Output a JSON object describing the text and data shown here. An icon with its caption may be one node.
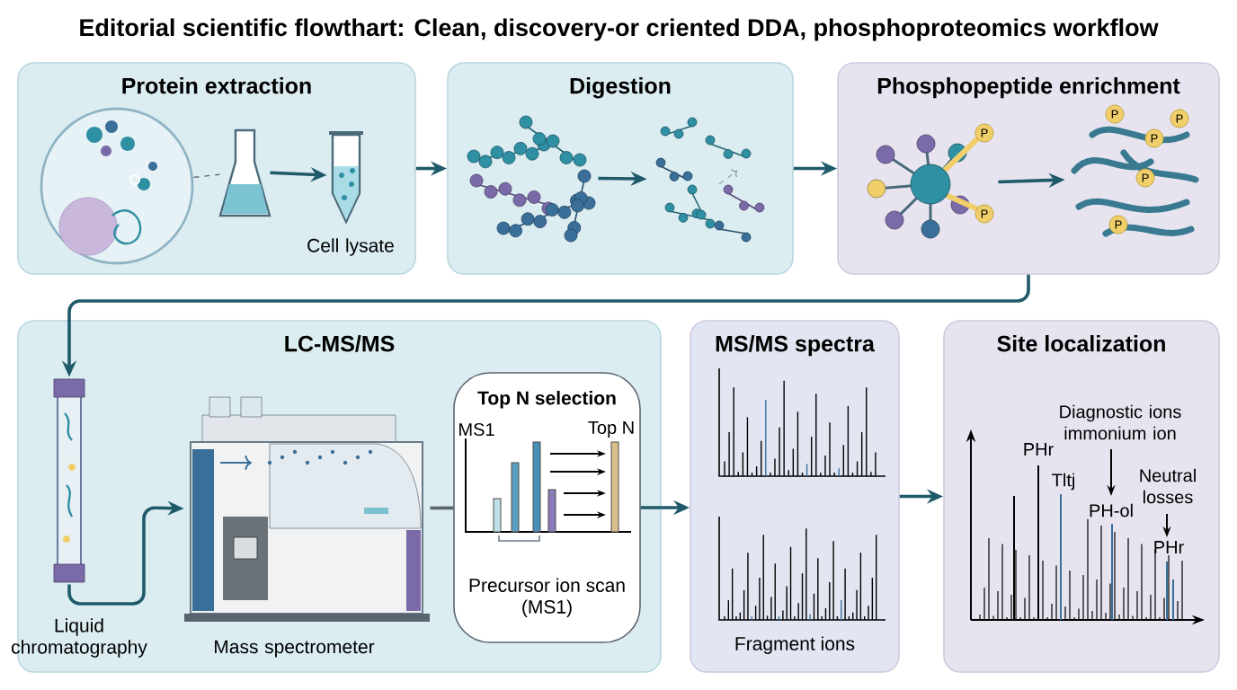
{
  "diagram": {
    "title": "Editorial scientific flowthart: Clean, discovery-or criented DDA, phosphoproteomics  workflow",
    "nodes": [
      {
        "text": [
          "Protein extraction"
        ]
      },
      {
        "text": [],
        "shape": "picture",
        "in": 0
      },
      {
        "text": [],
        "shape": "picture",
        "in": 0
      },
      {
        "text": [],
        "shape": "picture",
        "in": 0,
        "beside": [
          "Cell lysate"
        ]
      },
      {
        "text": [
          "Digestion"
        ]
      },
      {
        "text": [],
        "shape": "picture",
        "in": 4
      },
      {
        "text": [],
        "shape": "picture",
        "in": 4
      },
      {
        "text": [
          "Phosphopeptide enrichment"
        ]
      },
      {
        "text": [],
        "shape": "picture",
        "in": 7
      },
      {
        "text": [],
        "shape": "picture",
        "in": 7
      },
      {
        "text": [
          "LC-MS/MS"
        ]
      },
      {
        "text": [],
        "shape": "picture",
        "in": 10,
        "beside": [
          "Liquid chromatography"
        ]
      },
      {
        "text": [],
        "shape": "picture",
        "in": 10,
        "beside": [
          "Mass spectrometer"
        ]
      },
      {
        "text": [
          "Top N selection",
          "Precursor ion scan (MS1)"
        ],
        "in": 10
      },
      {
        "text": [
          "MS/MS spectra",
          "Fragment ions"
        ]
      },
      {
        "text": [
          "Site localization"
        ]
      }
    ],
    "edges": [
      {
        "from": 1,
        "to": 2,
        "arrow": "none",
        "style": "dashed",
        "color": "#5a6670"
      },
      {
        "from": 2,
        "to": 3,
        "arrow": "to"
      },
      {
        "from": 0,
        "to": 4,
        "arrow": "to"
      },
      {
        "from": 5,
        "to": 6,
        "arrow": "to"
      },
      {
        "from": 4,
        "to": 7,
        "arrow": "to"
      },
      {
        "from": 8,
        "to": 9,
        "arrow": "to"
      },
      {
        "from": 7,
        "to": 11,
        "arrow": "to"
      },
      {
        "from": 11,
        "to": 12,
        "arrow": "to"
      },
      {
        "from": 12,
        "to": 13,
        "arrow": "none",
        "color": "#5a6670"
      },
      {
        "from": 13,
        "to": 14,
        "arrow": "to"
      },
      {
        "from": 14,
        "to": 15,
        "arrow": "to"
      }
    ],
    "labels": [
      "P",
      "P",
      "P",
      "P",
      "P",
      "P",
      "P",
      "MS1",
      "Top N",
      "Diagnostic ions immonium ion",
      "PHr",
      "Tltj",
      "Neutral losses",
      "PH-ol",
      "PHr"
    ]
  }
}
